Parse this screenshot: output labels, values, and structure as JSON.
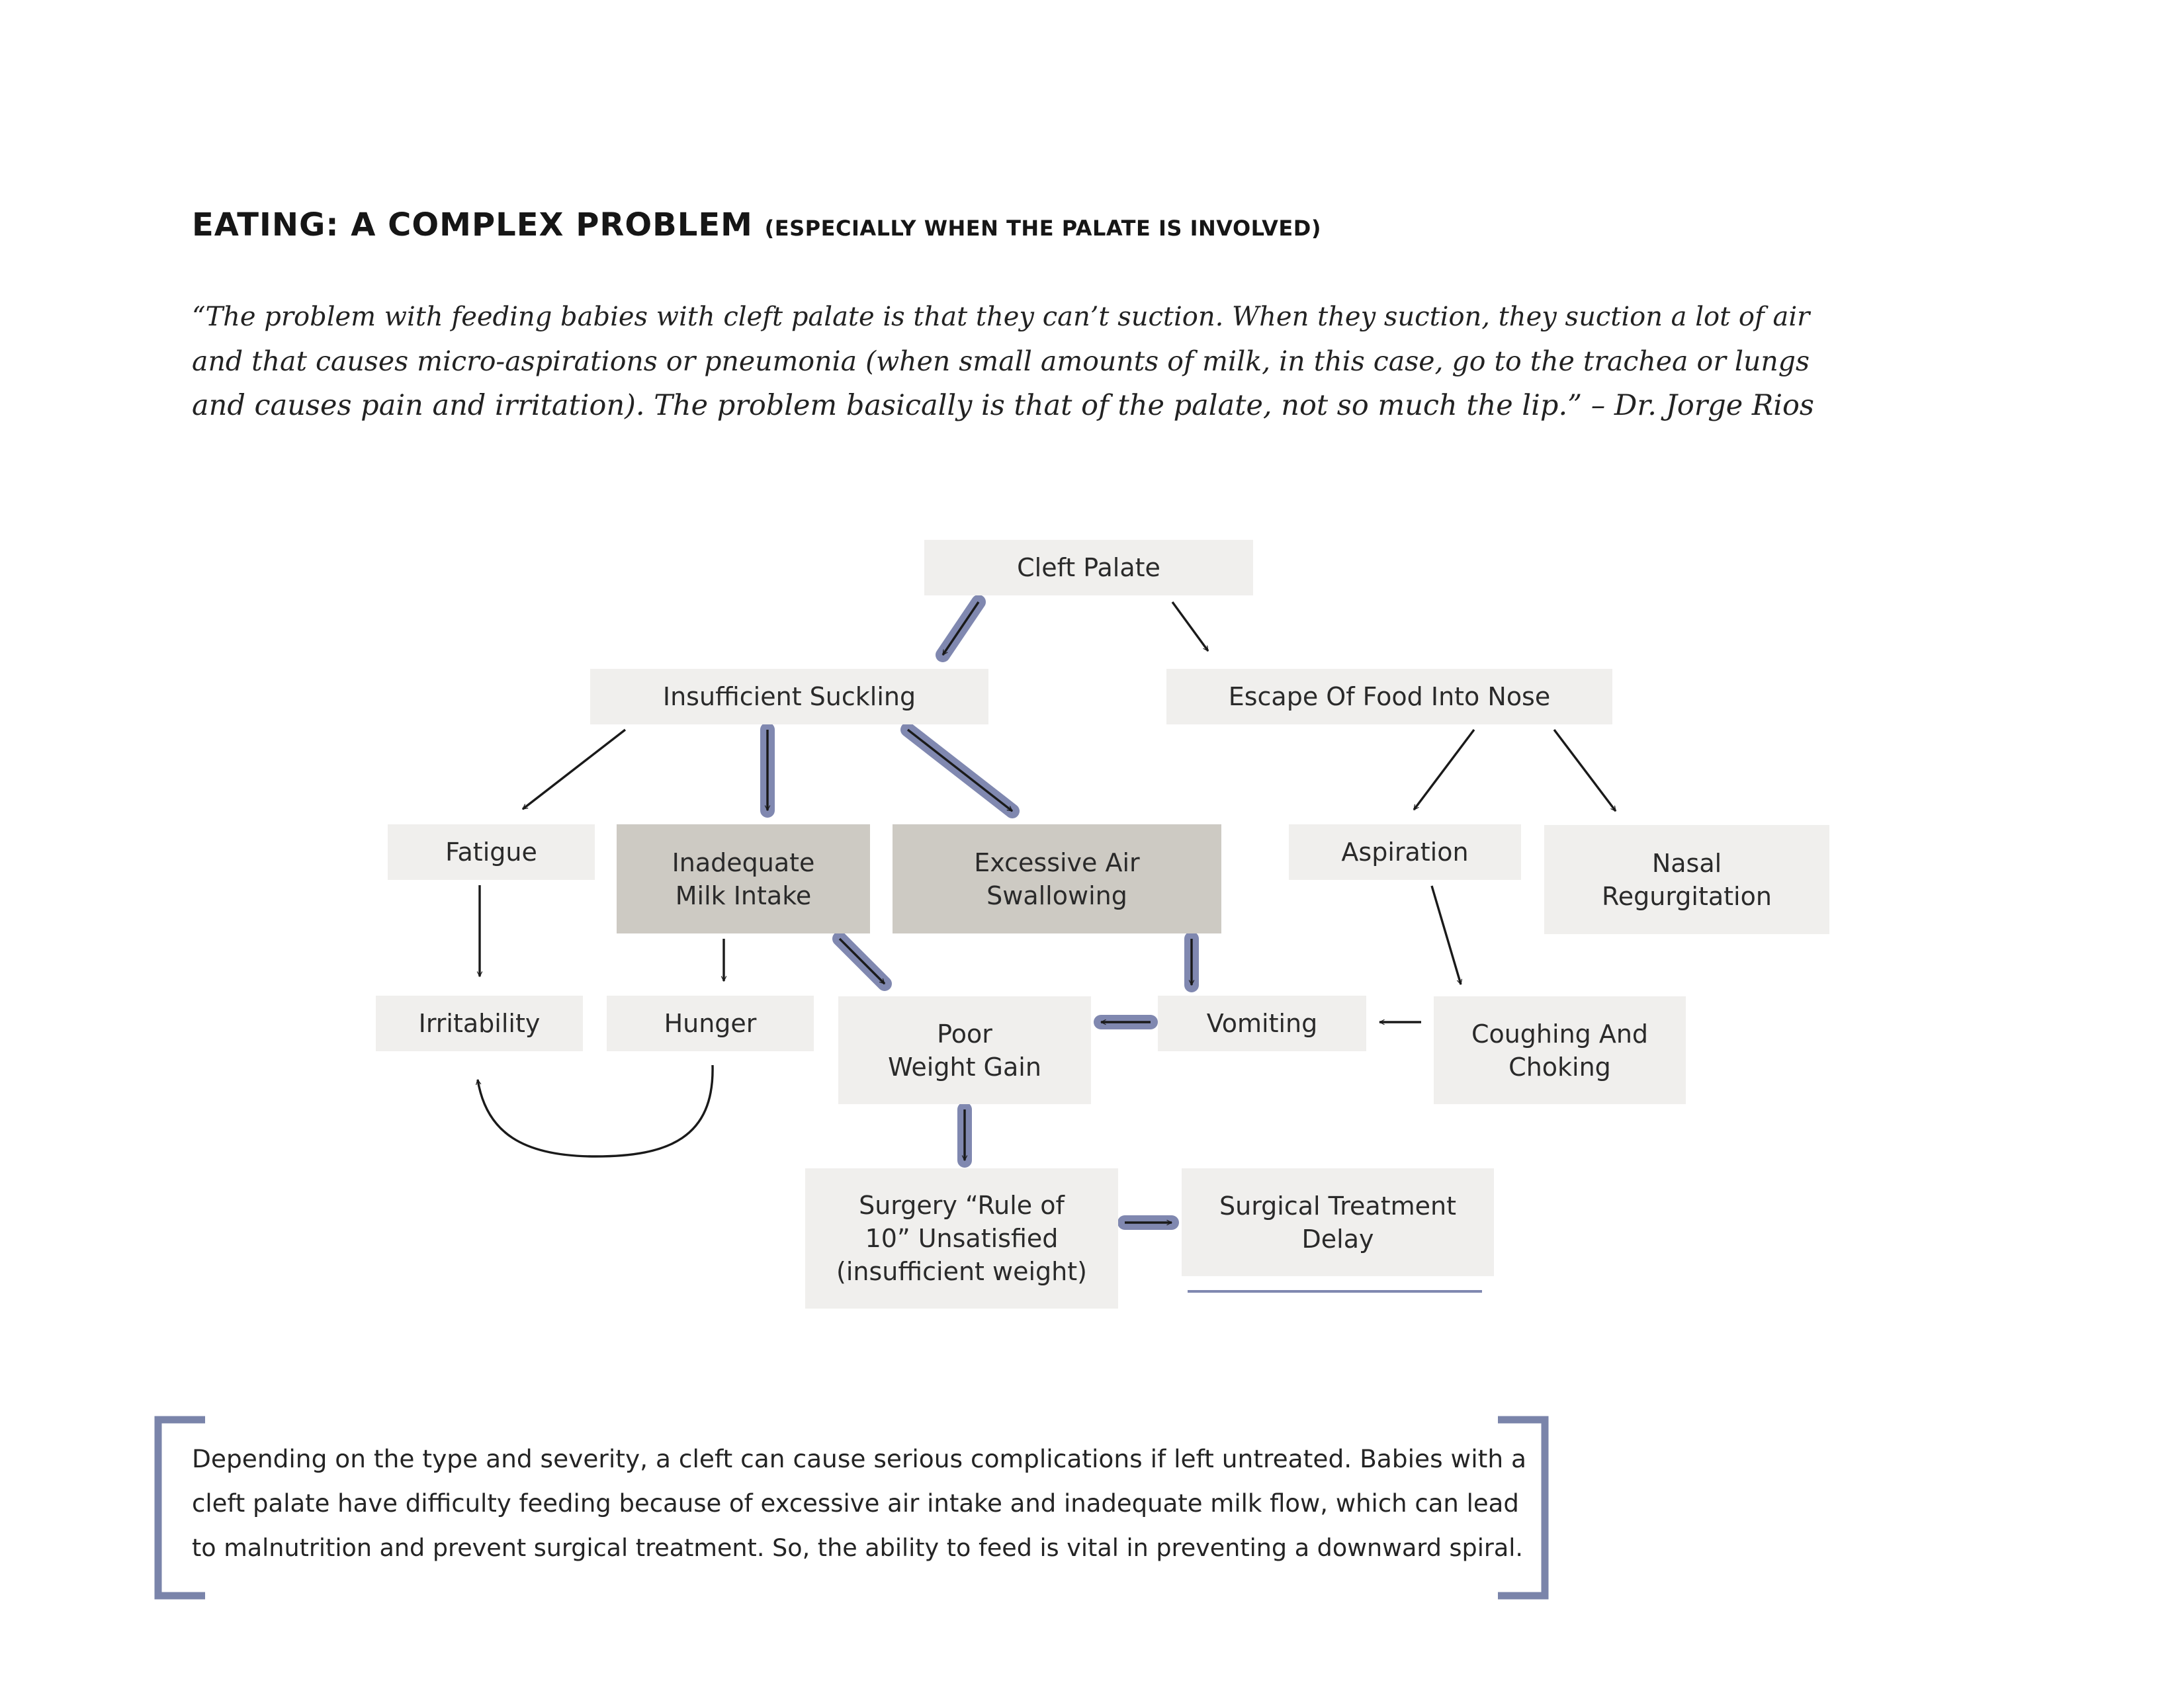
{
  "header": {
    "title": "EATING: A COMPLEX PROBLEM",
    "subtitle": "(ESPECIALLY WHEN THE PALATE IS INVOLVED)"
  },
  "quote": {
    "lines": [
      "“The problem with feeding babies with cleft palate is that they can’t suction. When they suction, they suction a lot of air",
      "and that causes micro-aspirations or pneumonia (when small amounts of milk, in this case, go to the trachea or lungs",
      "and causes pain and irritation). The problem basically is that of the palate, not so much the lip.” – Dr. Jorge Rios"
    ]
  },
  "diagram": {
    "nodes": {
      "cleft_palate": "Cleft Palate",
      "insufficient_suckling": "Insufficient Suckling",
      "escape_of_food": "Escape Of Food Into Nose",
      "fatigue": "Fatigue",
      "inadequate_milk": "Inadequate\nMilk Intake",
      "excessive_air": "Excessive Air\nSwallowing",
      "aspiration": "Aspiration",
      "nasal_regurgitation": "Nasal\nRegurgitation",
      "irritability": "Irritability",
      "hunger": "Hunger",
      "poor_weight": "Poor\nWeight Gain",
      "vomiting": "Vomiting",
      "coughing": "Coughing And\nChoking",
      "surgery_rule": "Surgery “Rule of\n10” Unsatisfied\n(insufficient weight)",
      "surgical_delay": "Surgical Treatment\nDelay"
    },
    "emphasized_nodes": [
      "inadequate_milk",
      "excessive_air"
    ],
    "highlighted_path": [
      "cleft_palate",
      "insufficient_suckling",
      "inadequate_milk",
      "excessive_air",
      "poor_weight",
      "vomiting",
      "surgery_rule",
      "surgical_delay"
    ]
  },
  "note": {
    "lines": [
      "Depending on the type and severity, a cleft can cause serious complications if left untreated. Babies with a",
      "cleft palate have difficulty feeding because of excessive air intake and inadequate milk flow, which can lead",
      "to malnutrition and prevent surgical treatment. So, the ability to feed is vital in preventing a downward spiral."
    ]
  },
  "colors": {
    "highlight": "#8088b0",
    "box": "#f0efed",
    "box_emphasis": "#cdcac3",
    "bracket": "#7a84aa"
  }
}
